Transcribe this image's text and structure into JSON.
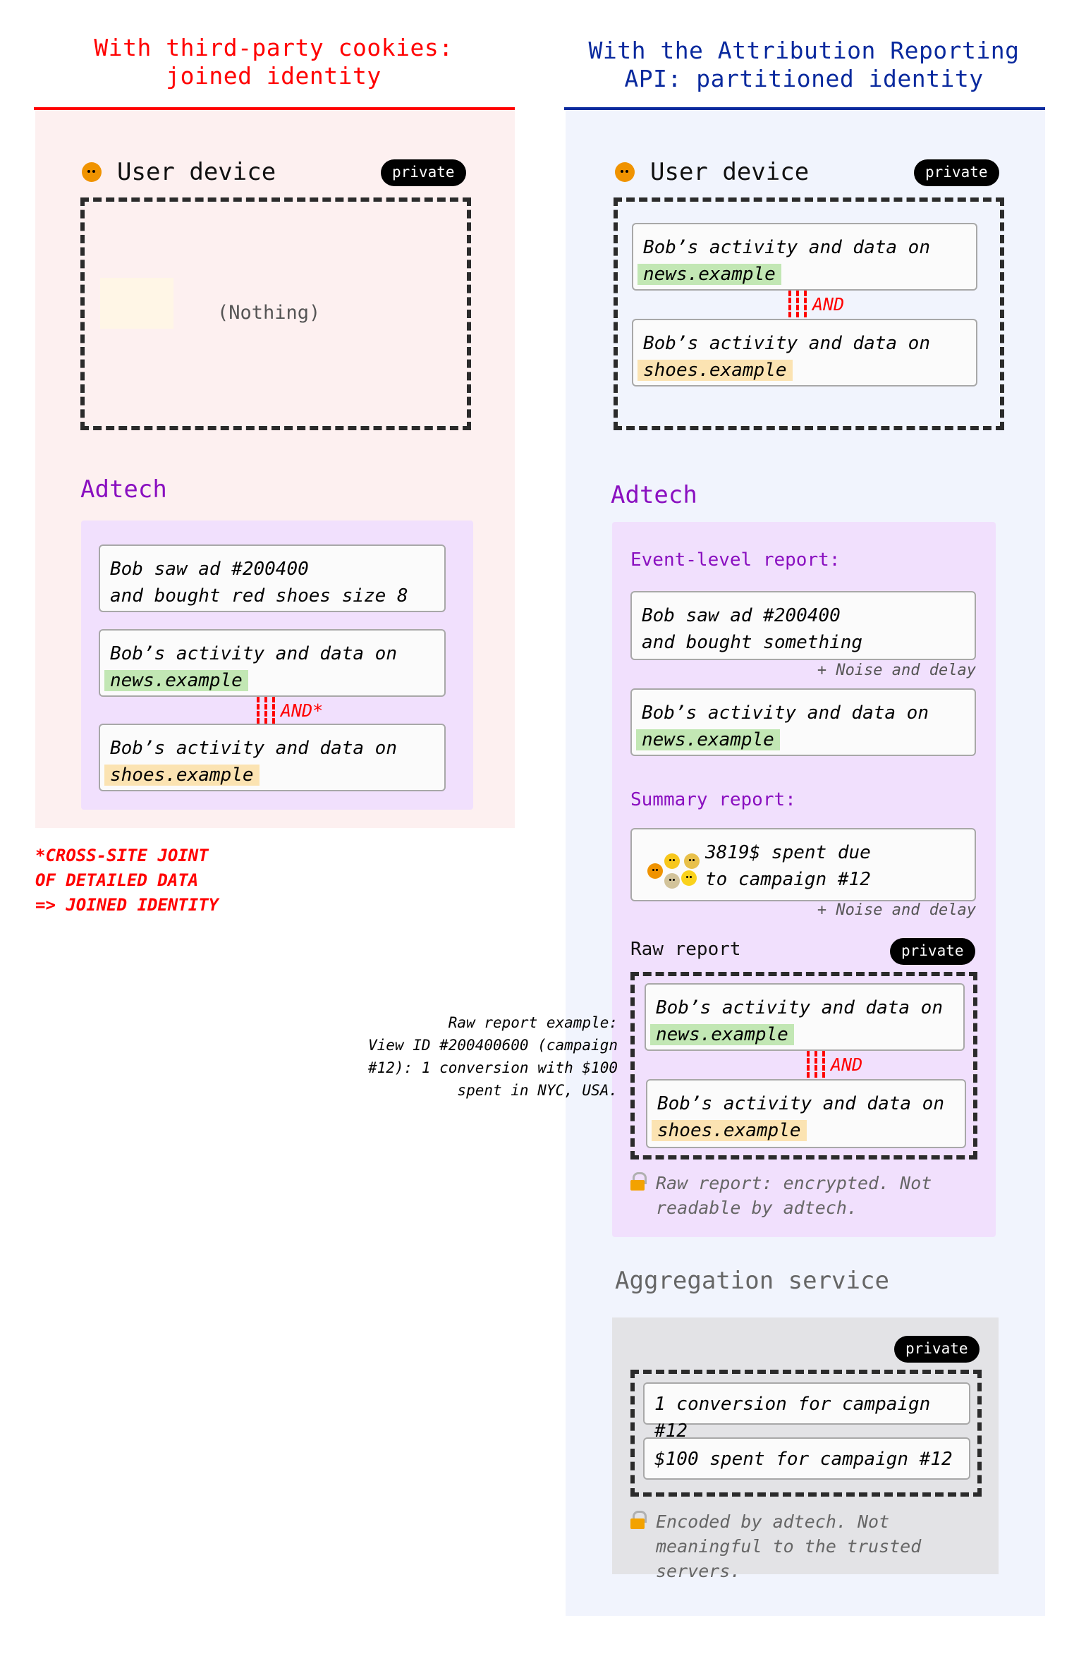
{
  "left": {
    "title_line1": "With third-party cookies:",
    "title_line2": "joined identity",
    "accent_color": "#ff0000",
    "user_device": {
      "label": "User device",
      "badge": "private",
      "empty_text": "(Nothing)"
    },
    "adtech": {
      "label": "Adtech",
      "card1_line1": "Bob saw ad #200400",
      "card1_line2": "and bought red shoes size 8",
      "card2_text": "Bob’s activity and data on",
      "card2_site": "news.example",
      "connector": "AND*",
      "card3_text": "Bob’s activity and data on",
      "card3_site": "shoes.example"
    },
    "footnote_lines": [
      "*CROSS-SITE JOINT",
      "OF DETAILED DATA",
      "=> JOINED IDENTITY"
    ]
  },
  "right": {
    "title_line1": "With the Attribution Reporting",
    "title_line2": "API: partitioned identity",
    "accent_color": "#0a2a9e",
    "user_device": {
      "label": "User device",
      "badge": "private",
      "card1_text": "Bob’s activity and data on",
      "card1_site": "news.example",
      "connector": "AND",
      "card2_text": "Bob’s activity and data on",
      "card2_site": "shoes.example"
    },
    "adtech": {
      "label": "Adtech",
      "event_level": {
        "title": "Event-level report:",
        "card1_line1": "Bob saw ad #200400",
        "card1_line2": "and bought something",
        "noise": "+ Noise and delay",
        "card2_text": "Bob’s activity and data on",
        "card2_site": "news.example"
      },
      "summary": {
        "title": "Summary report:",
        "line1": "3819$ spent due",
        "line2": "to campaign #12",
        "noise": "+ Noise and delay"
      },
      "raw": {
        "title": "Raw report",
        "badge": "private",
        "card1_text": "Bob’s activity and data on",
        "card1_site": "news.example",
        "connector": "AND",
        "card2_text": "Bob’s activity and data on",
        "card2_site": "shoes.example",
        "lock_note_line1": "Raw report: encrypted. Not",
        "lock_note_line2": "readable by adtech."
      }
    },
    "raw_example_lines": [
      "Raw report example:",
      "View ID #200400600 (campaign",
      "#12): 1 conversion with $100",
      "spent in NYC, USA."
    ],
    "aggregation": {
      "label": "Aggregation service",
      "badge": "private",
      "card1": "1 conversion for campaign #12",
      "card2": "$100 spent for campaign #12",
      "lock_note_lines": [
        "Encoded by adtech. Not",
        "meaningful to the trusted",
        "servers."
      ]
    }
  }
}
